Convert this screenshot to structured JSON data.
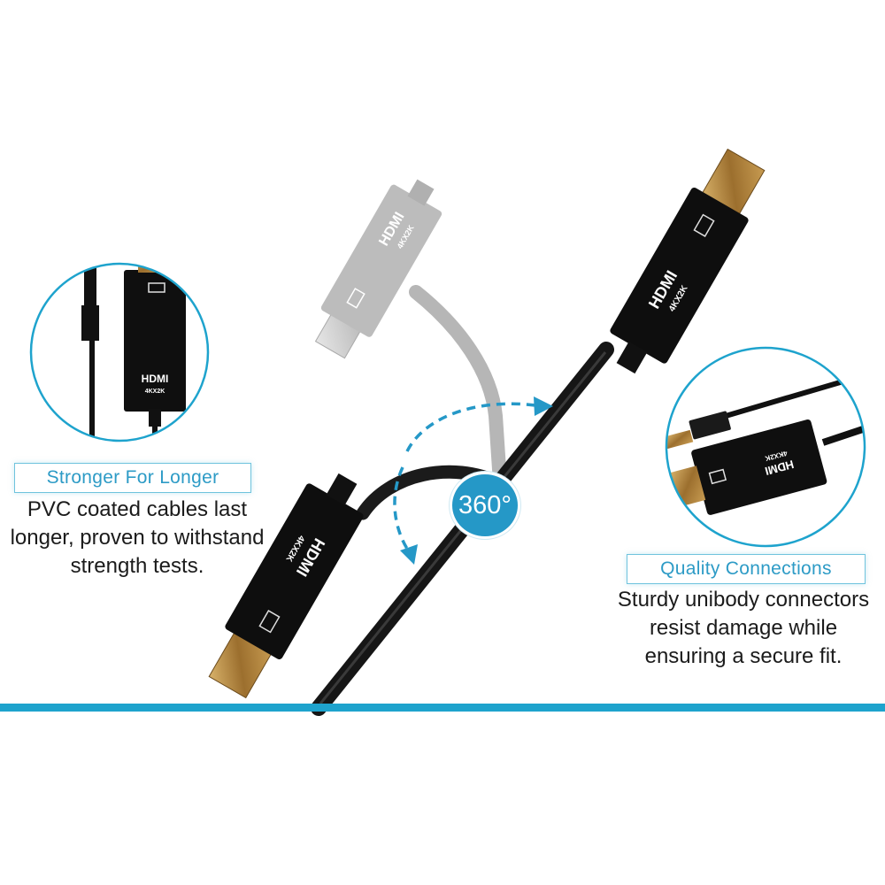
{
  "left_feature": {
    "heading": "Stronger For Longer",
    "lines": [
      "PVC coated cables last",
      "longer, proven to withstand",
      "strength tests."
    ]
  },
  "right_feature": {
    "heading": "Quality Connections",
    "lines": [
      "Sturdy unibody connectors",
      "resist damage while",
      "ensuring a secure fit."
    ]
  },
  "rotation_badge": "360°",
  "connector_label": "HDMI",
  "connector_sublabel": "4KX2K",
  "colors": {
    "accent": "#1ea3cd",
    "badge": "#2598c7",
    "connector_body": "#111111",
    "ghost_connector": "#b9b9b9",
    "gold_plug": "#a67a3a"
  }
}
